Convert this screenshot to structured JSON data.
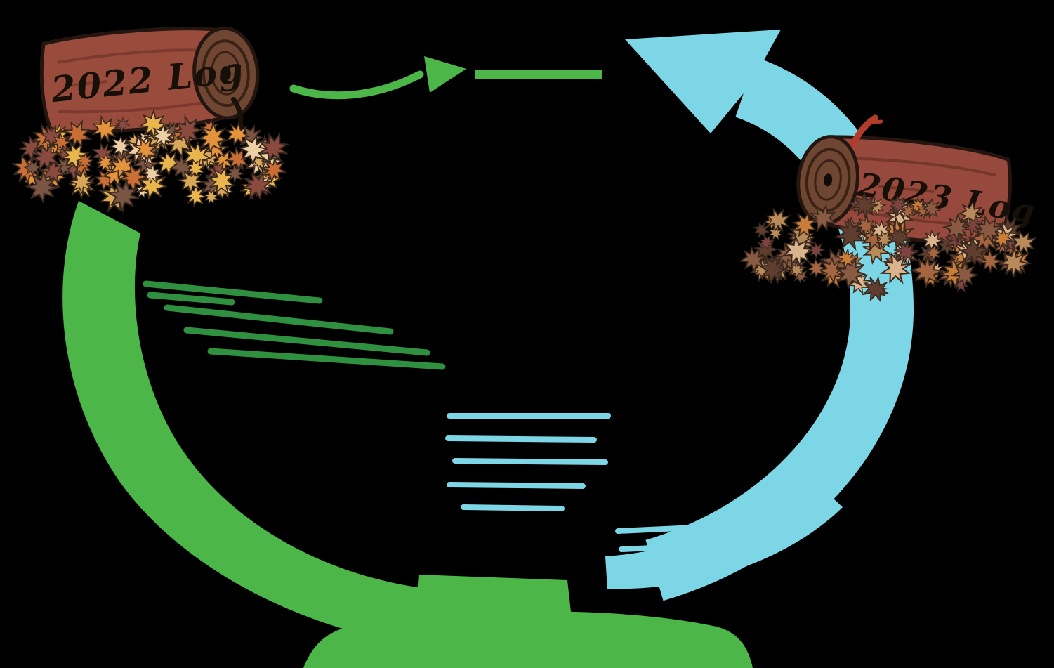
{
  "diagram": {
    "background": "#000000",
    "nodes": [
      {
        "id": "log-2022",
        "label": "2022 Log"
      },
      {
        "id": "log-2023",
        "label": "2023 Log"
      }
    ],
    "arrows": [
      {
        "id": "green-cycle-arrow",
        "color": "#4cb648"
      },
      {
        "id": "cyan-cycle-arrow",
        "color": "#7dd6e6"
      }
    ],
    "colors": {
      "log_body": "#9a4c3c",
      "log_outline": "#241510",
      "log_end_cap": "#6e4631",
      "label_ink": "#171008",
      "twig_red": "#b23b2b",
      "leaf_palette_2022": [
        "#e2933c",
        "#e9b64e",
        "#eccfa4",
        "#7b5544",
        "#8a4a40",
        "#c96f35",
        "#d8a757"
      ],
      "leaf_palette_2023": [
        "#8a5a42",
        "#a4653f",
        "#d9b48c",
        "#7d4340",
        "#c97f3a",
        "#5f3e30",
        "#b98a5a"
      ]
    }
  }
}
